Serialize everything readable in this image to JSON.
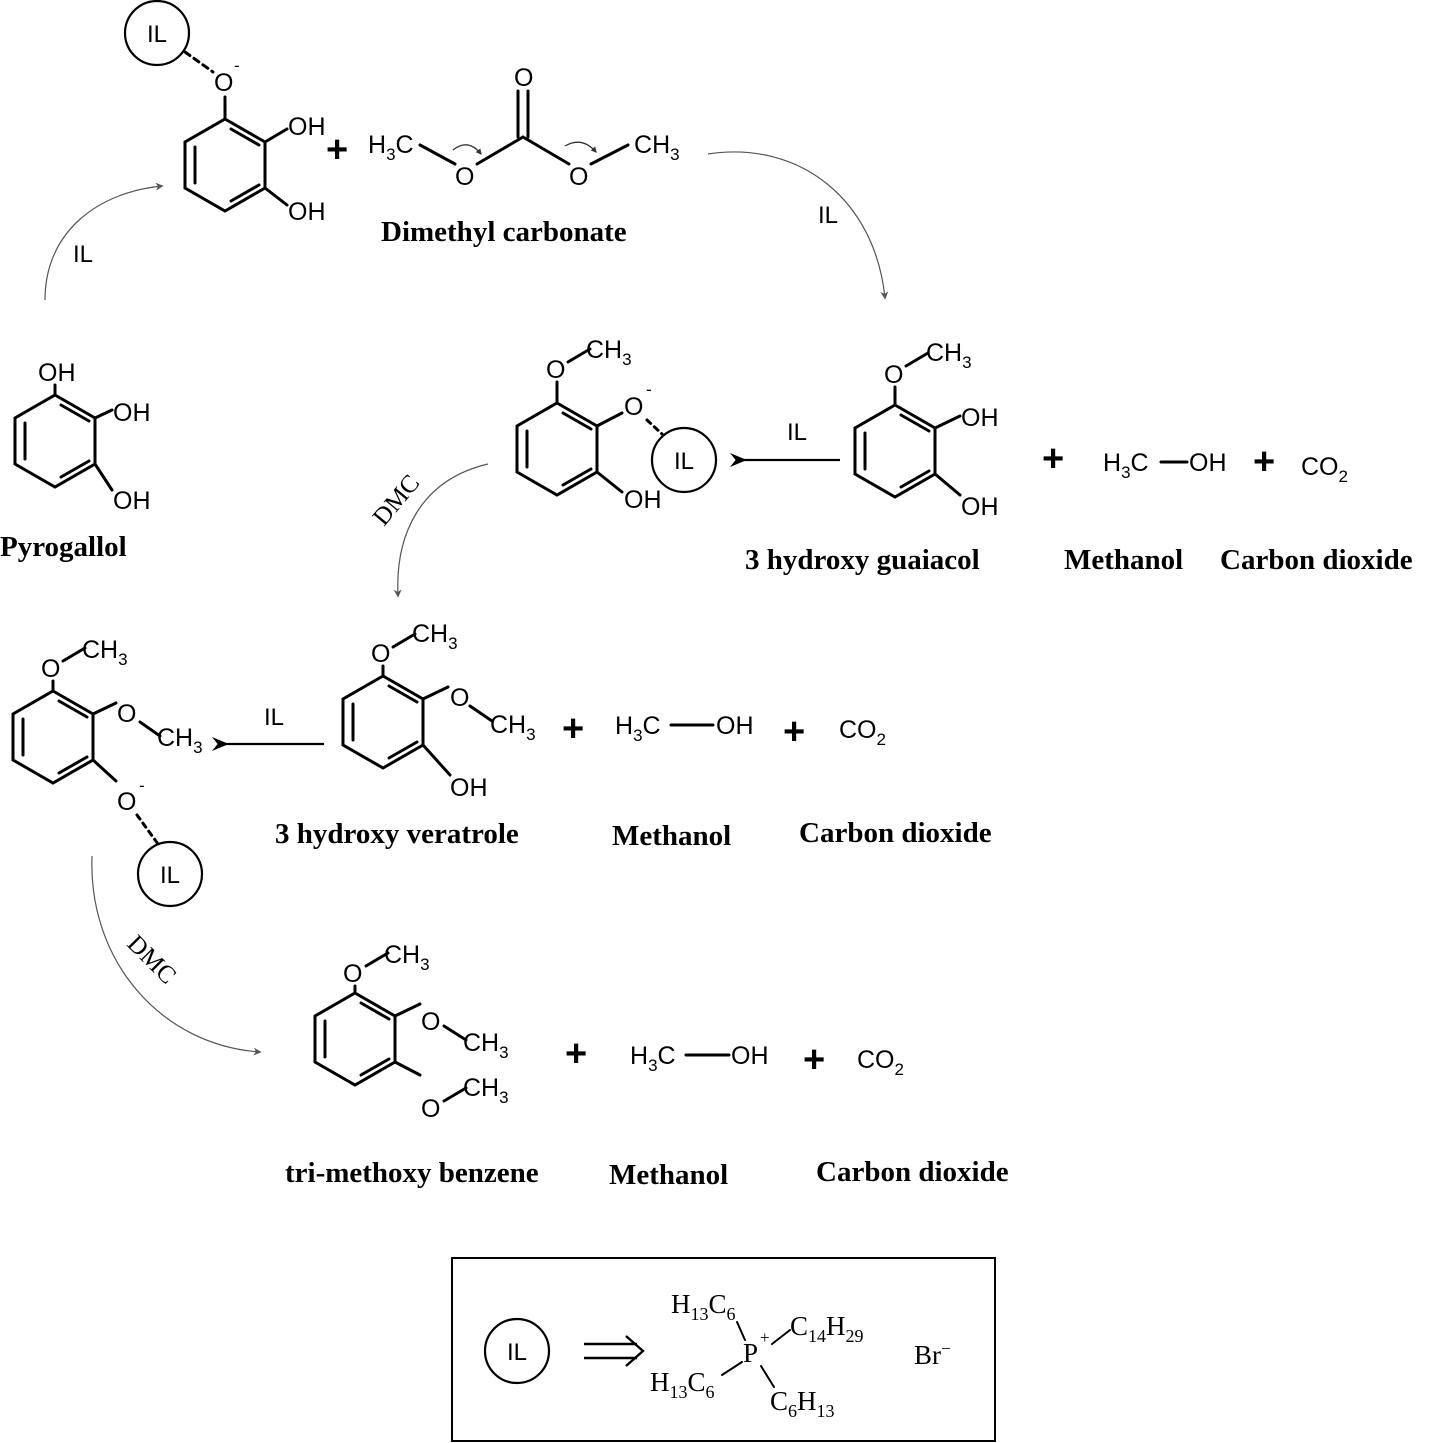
{
  "compounds": {
    "pyrogallol": {
      "name": "Pyrogallol",
      "oh1": "OH",
      "oh2": "OH",
      "oh3": "OH"
    },
    "phenoxide": {
      "o": "O",
      "charge": "-",
      "oh1": "OH",
      "oh2": "OH"
    },
    "dmc": {
      "name": "Dimethyl carbonate",
      "carbonyl_o": "O",
      "ester_o": "O",
      "h": "H",
      "c": "C",
      "sub3": "3"
    },
    "hydroxy_guaiacol": {
      "name": "3 hydroxy guaiacol",
      "o": "O",
      "oh1": "OH",
      "oh2": "OH",
      "ch": "CH",
      "sub3": "3"
    },
    "guaiacol_anion": {
      "o": "O",
      "charge": "-",
      "oh": "OH",
      "ch": "CH",
      "sub3": "3"
    },
    "hydroxy_veratrole": {
      "name": "3 hydroxy veratrole",
      "o": "O",
      "oh": "OH",
      "ch": "CH",
      "sub3": "3"
    },
    "veratrole_anion": {
      "o": "O",
      "charge": "-",
      "ch": "CH",
      "sub3": "3"
    },
    "trimethoxy": {
      "name": "tri-methoxy benzene",
      "o": "O",
      "ch": "CH",
      "sub3": "3"
    },
    "methanol": {
      "name": "Methanol",
      "h": "H",
      "c": "C",
      "oh": "OH",
      "sub3": "3"
    },
    "co2": {
      "name": "Carbon dioxide",
      "co": "CO",
      "sub2": "2"
    }
  },
  "symbols": {
    "plus": "+",
    "il": "IL"
  },
  "arrows": {
    "il": "IL",
    "dmc": "DMC"
  },
  "legend": {
    "il": "IL",
    "h": "H",
    "c": "C",
    "p": "P",
    "charge": "+",
    "sub13": "13",
    "sub6": "6",
    "sub14": "14",
    "sub29": "29",
    "br": "Br",
    "br_charge": "−"
  }
}
